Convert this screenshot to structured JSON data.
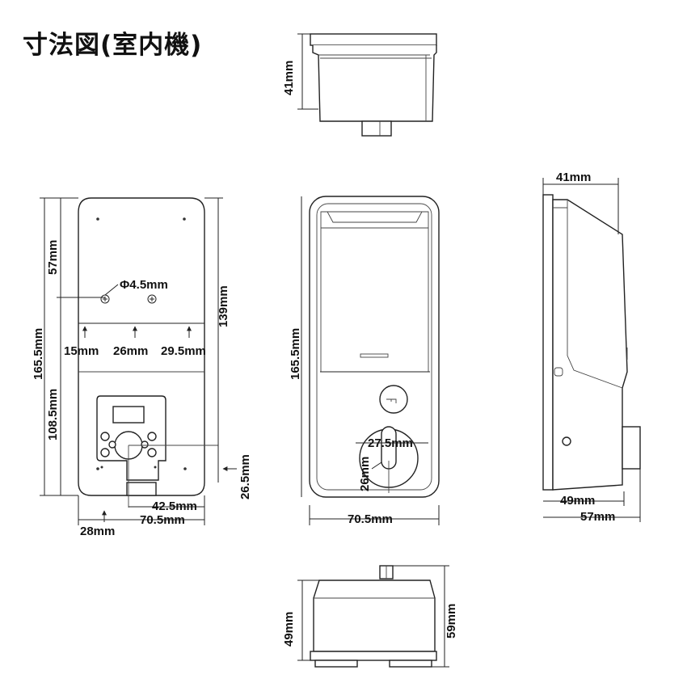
{
  "title": "寸法図(室内機)",
  "dims": {
    "top_view_depth": "41mm",
    "back_height_total": "165.5mm",
    "back_upper": "57mm",
    "back_lower": "108.5mm",
    "back_right_height": "139mm",
    "hole_diameter": "Φ4.5mm",
    "spacing_1": "15mm",
    "spacing_2": "26mm",
    "spacing_3": "29.5mm",
    "bottom_offset": "26.5mm",
    "bottom_width_1": "42.5mm",
    "bottom_width_2": "70.5mm",
    "bottom_left": "28mm",
    "front_height": "165.5mm",
    "knob_offset": "27.5mm",
    "knob_height": "26mm",
    "front_width": "70.5mm",
    "side_top": "41mm",
    "side_bottom_1": "49mm",
    "side_bottom_2": "57mm",
    "bottom_view_left": "49mm",
    "bottom_view_right": "59mm"
  }
}
